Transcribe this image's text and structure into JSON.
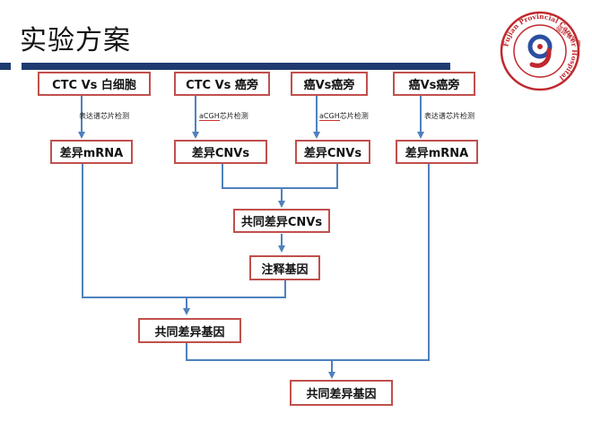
{
  "slide": {
    "title": "实验方案"
  },
  "logo": {
    "name": "hospital-seal-logo"
  },
  "colors": {
    "accent_bar": "#1f3a70",
    "box_border": "#c0504d",
    "connector": "#4f81bd"
  },
  "nodes": {
    "ctc_vs_wbc": "CTC Vs  白细胞",
    "ctc_vs_adjacent": "CTC Vs  癌旁",
    "cancer_vs_adjacent_a": "癌Vs癌旁",
    "cancer_vs_adjacent_b": "癌Vs癌旁",
    "diff_mrna_1": "差异mRNA",
    "diff_cnvs_1": "差异CNVs",
    "diff_cnvs_2": "差异CNVs",
    "diff_mrna_2": "差异mRNA",
    "common_diff_cnvs": "共同差异CNVs",
    "annotated_genes": "注释基因",
    "common_diff_genes_1": "共同差异基因",
    "common_diff_genes_2": "共同差异基因"
  },
  "edge_labels": {
    "expr_chip_1": "表达谱芯片检测",
    "acgh_prefix_1": "aCGH",
    "acgh_suffix_1": "芯片检测",
    "acgh_prefix_2": "aCGH",
    "acgh_suffix_2": "芯片检测",
    "expr_chip_2": "表达谱芯片检测"
  }
}
